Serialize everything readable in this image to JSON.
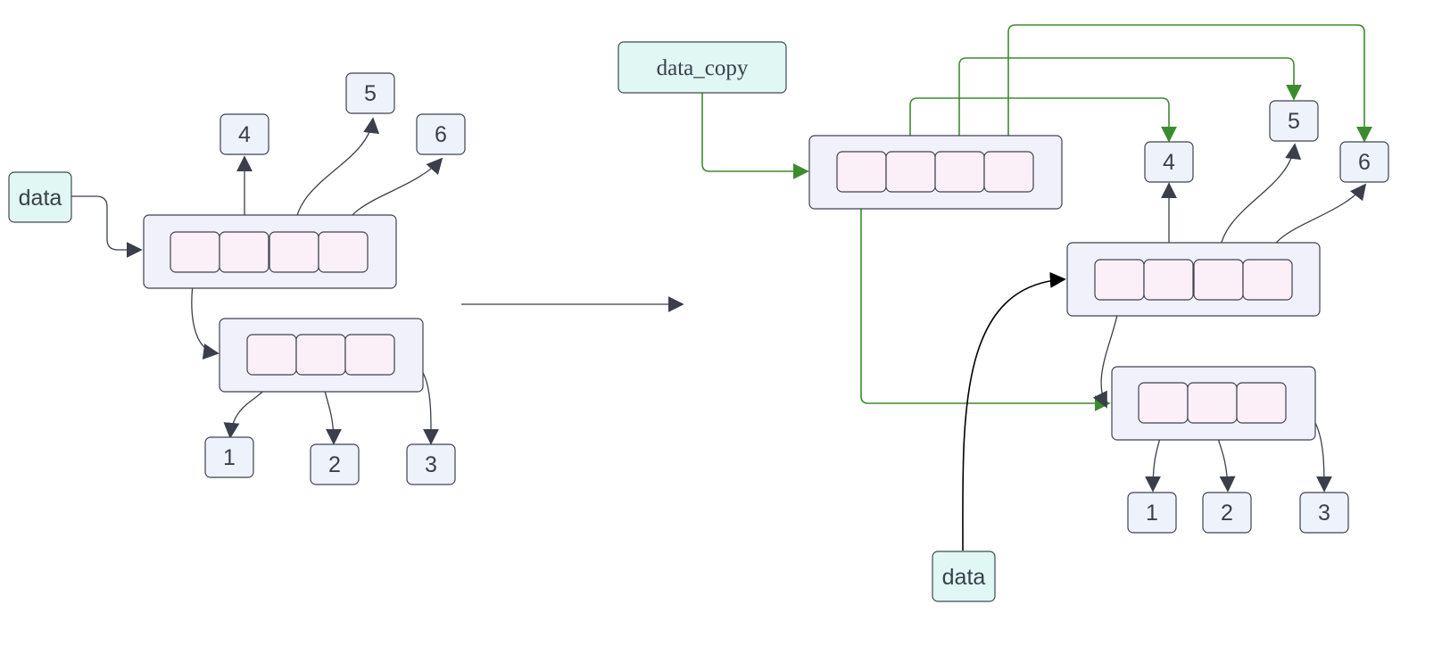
{
  "colors": {
    "variable_fill": "#e0f7f4",
    "container_fill": "#f1f1fb",
    "cell_fill": "#fbf0f8",
    "value_fill": "#eef3fb",
    "edge": "#3a3f4a",
    "copy_edge": "#3d8b2f"
  },
  "before": {
    "variable_label": "data",
    "values": [
      "4",
      "5",
      "6",
      "1",
      "2",
      "3"
    ]
  },
  "after": {
    "copy_label": "data_copy",
    "variable_label": "data",
    "values": [
      "4",
      "5",
      "6",
      "1",
      "2",
      "3"
    ]
  }
}
